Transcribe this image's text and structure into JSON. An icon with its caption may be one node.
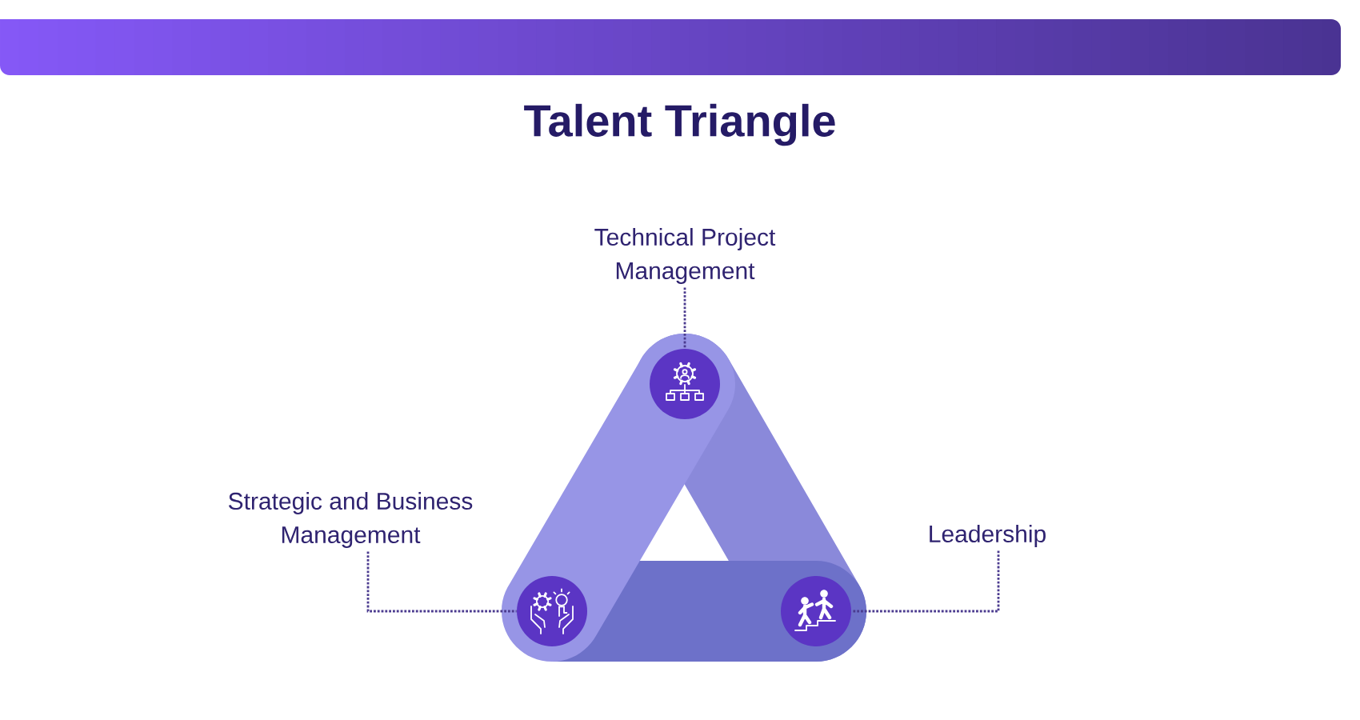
{
  "diagram": {
    "title": "Talent Triangle",
    "nodes": [
      {
        "text": [
          "Technical Project Management"
        ]
      },
      {
        "text": [],
        "shape": "circle"
      },
      {
        "text": [
          "Strategic and Business Management"
        ]
      },
      {
        "text": [
          "Leadership"
        ]
      },
      {
        "text": [],
        "shape": "circle"
      },
      {
        "text": [],
        "shape": "circle"
      }
    ],
    "edges": [
      {
        "from": 0,
        "to": 1,
        "arrow": "none",
        "style": "dashed"
      },
      {
        "from": 2,
        "to": 4,
        "arrow": "none",
        "style": "dashed"
      },
      {
        "from": 3,
        "to": 5,
        "arrow": "none",
        "style": "dashed"
      }
    ]
  }
}
